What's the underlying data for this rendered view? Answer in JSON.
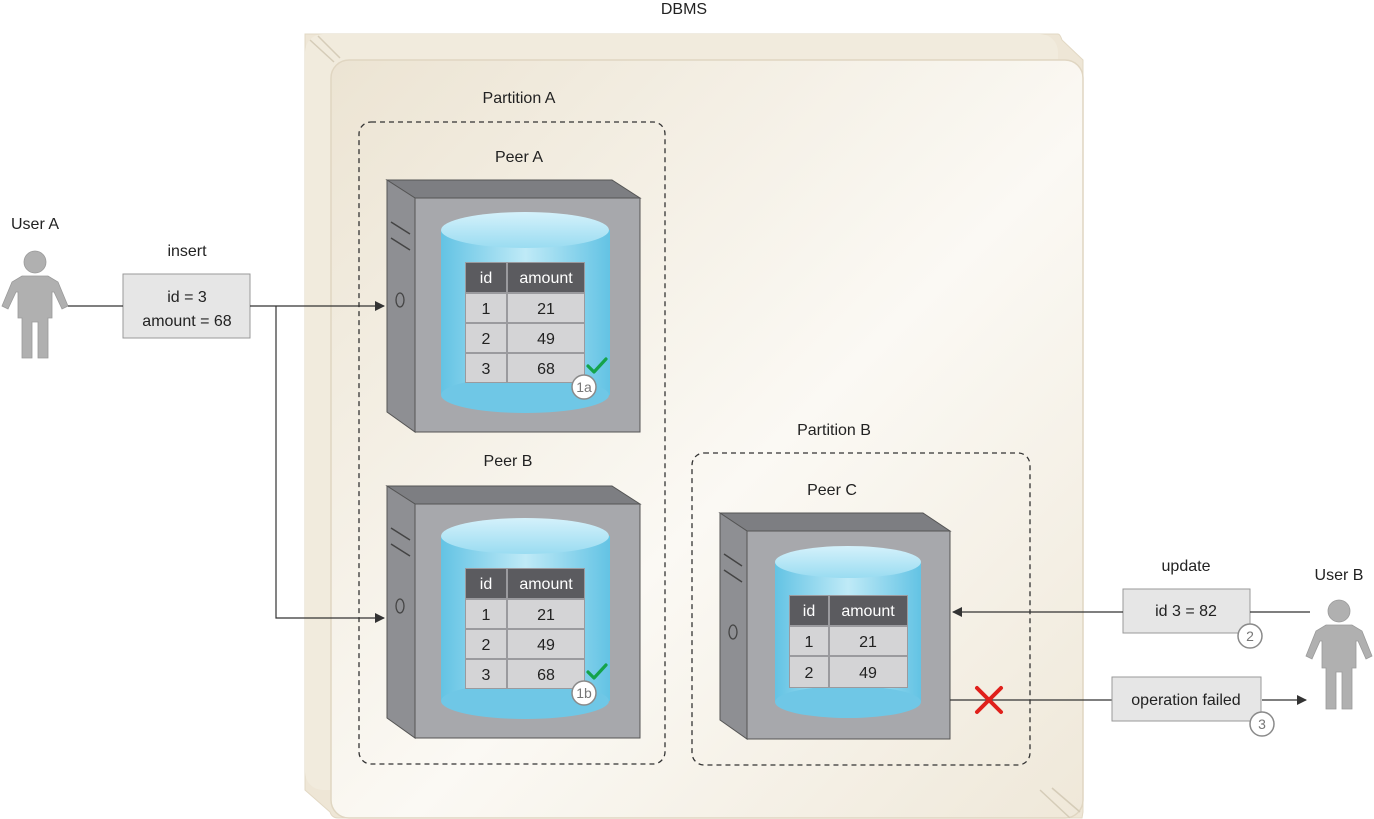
{
  "dbms_label": "DBMS",
  "partitions": [
    {
      "label": "Partition A"
    },
    {
      "label": "Partition B"
    }
  ],
  "peers": [
    {
      "label": "Peer A",
      "table": {
        "columns": [
          "id",
          "amount"
        ],
        "rows": [
          [
            "1",
            "21"
          ],
          [
            "2",
            "49"
          ],
          [
            "3",
            "68"
          ]
        ]
      },
      "step": "1a",
      "status": "success"
    },
    {
      "label": "Peer B",
      "table": {
        "columns": [
          "id",
          "amount"
        ],
        "rows": [
          [
            "1",
            "21"
          ],
          [
            "2",
            "49"
          ],
          [
            "3",
            "68"
          ]
        ]
      },
      "step": "1b",
      "status": "success"
    },
    {
      "label": "Peer C",
      "table": {
        "columns": [
          "id",
          "amount"
        ],
        "rows": [
          [
            "1",
            "21"
          ],
          [
            "2",
            "49"
          ]
        ]
      }
    }
  ],
  "users": [
    {
      "label": "User A"
    },
    {
      "label": "User B"
    }
  ],
  "operations": {
    "insert": {
      "label": "insert",
      "lines": [
        "id = 3",
        "amount = 68"
      ]
    },
    "update": {
      "label": "update",
      "text": "id 3 = 82",
      "step": "2"
    },
    "failure": {
      "text": "operation failed",
      "step": "3"
    }
  },
  "colors": {
    "dbms_fill": "#f0eadc",
    "server_body": "#a8a9ad",
    "cylinder": "#8fd3ea",
    "table_header": "#5b5b5f",
    "table_cell": "#d3d3d5",
    "op_box": "#e6e6e6",
    "check": "#14a34a",
    "cross": "#e0201b",
    "person": "#b3b3b3"
  },
  "icons": [
    "person-icon",
    "server-icon",
    "database-cylinder-icon",
    "check-icon",
    "cross-icon",
    "arrow-icon"
  ]
}
